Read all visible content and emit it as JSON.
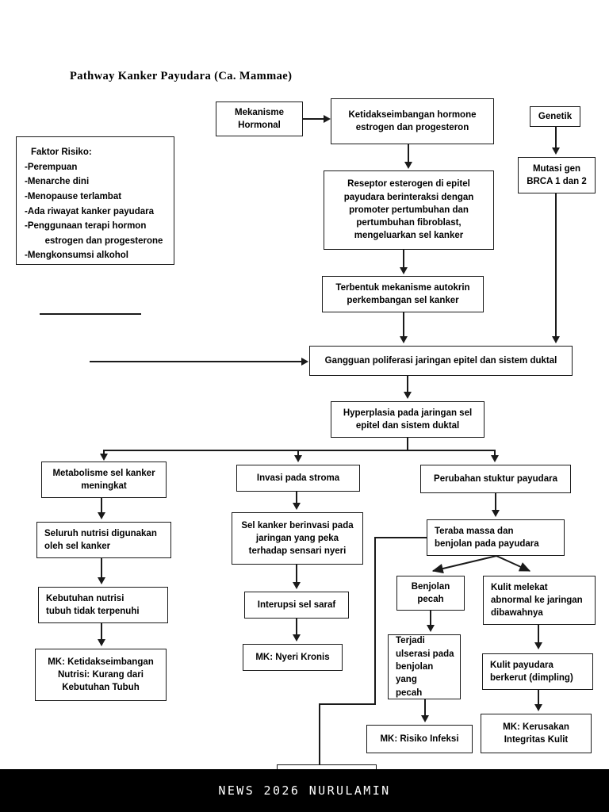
{
  "document": {
    "title": "Pathway Kanker Payudara (Ca. Mammae)"
  },
  "risk_panel": {
    "heading": "Faktor Risiko:",
    "items": [
      "-Perempuan",
      "-Menarche dini",
      "-Menopause terlambat",
      "-Ada riwayat kanker payudara",
      "-Penggunaan terapi hormon\n        estrogen dan progesterone",
      "-Mengkonsumsi alkohol"
    ]
  },
  "nodes": {
    "mekanisme_hormonal": "Mekanisme\nHormonal",
    "ketidakseimbangan_hormone": "Ketidakseimbangan hormone\nestrogen dan progesteron",
    "genetik": "Genetik",
    "mutasi_gen": "Mutasi gen\nBRCA 1 dan 2",
    "reseptor_esterogen": "Reseptor esterogen  di epitel\npayudara berinteraksi dengan\npromoter pertumbuhan  dan\npertumbuhan fibroblast,\nmengeluarkan sel kanker",
    "mekanisme_autokrin": "Terbentuk mekanisme autokrin\nperkembangan sel kanker",
    "gangguan_poliferasi": "Gangguan poliferasi jaringan epitel dan sistem duktal",
    "hyperplasia": "Hyperplasia pada jaringan sel\nepitel dan sistem duktal",
    "metabolisme_meningkat": "Metabolisme sel kanker\nmeningkat",
    "seluruh_nutrisi": "Seluruh nutrisi digunakan\noleh sel kanker",
    "kebutuhan_nutrisi": "Kebutuhan nutrisi\ntubuh tidak terpenuhi",
    "mk_nutrisi": "MK: Ketidakseimbangan\nNutrisi: Kurang dari\nKebutuhan Tubuh",
    "invasi_stroma": "Invasi pada stroma",
    "sel_kanker_berinvasi": "Sel kanker berinvasi pada\njaringan yang peka\nterhadap sensari nyeri",
    "interupsi_saraf": "Interupsi sel saraf",
    "mk_nyeri": "MK: Nyeri Kronis",
    "perubahan_stuktur": "Perubahan stuktur payudara",
    "teraba_massa": "Teraba massa dan\nbenjolan pada payudara",
    "benjolan_pecah": "Benjolan\npecah",
    "kulit_melekat": "Kulit melekat\nabnormal ke jaringan\ndibawahnya",
    "terjadi_ulserasi": "Terjadi\nulserasi pada\nbenjolan yang\npecah",
    "kulit_berkerut": "Kulit payudara\nberkerut (dimpling)",
    "mk_risiko_infeksi": "MK: Risiko Infeksi",
    "mk_kerusakan_kulit": "MK: Kerusakan\nIntegritas Kulit",
    "cut_off_bottom": ""
  },
  "footer": {
    "watermark": "NEWS 2026 NURULAMIN"
  },
  "colors": {
    "ink": "#1a1a1a",
    "paper": "#ffffff",
    "footer_bg": "#000000",
    "footer_text": "#ffffff"
  }
}
